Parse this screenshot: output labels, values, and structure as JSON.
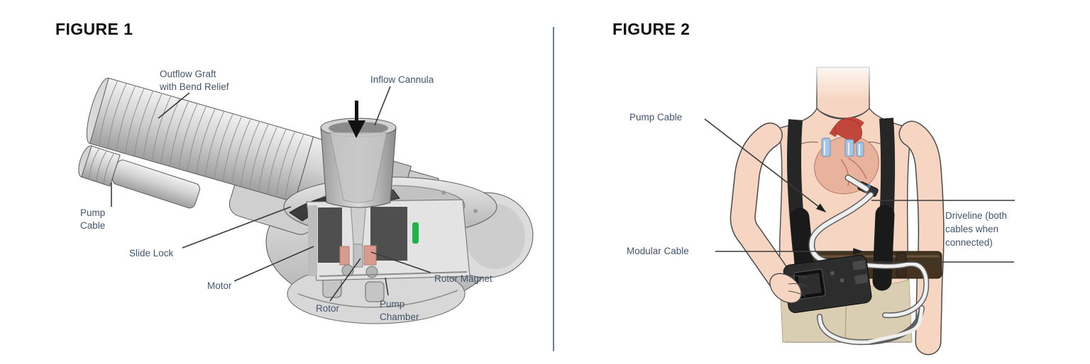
{
  "fig1": {
    "title": "FIGURE 1",
    "labels": {
      "outflow_1": "Outflow Graft",
      "outflow_2": "with Bend Relief",
      "inflow": "Inflow Cannula",
      "pump_cable_1": "Pump",
      "pump_cable_2": "Cable",
      "slide_lock": "Slide Lock",
      "motor": "Motor",
      "rotor": "Rotor",
      "pump_chamber_1": "Pump",
      "pump_chamber_2": "Chamber",
      "rotor_magnet": "Rotor Magnet"
    }
  },
  "fig2": {
    "title": "FIGURE 2",
    "labels": {
      "pump_cable": "Pump Cable",
      "modular_cable": "Modular Cable",
      "driveline_1": "Driveline (both",
      "driveline_2": "cables when",
      "driveline_3": "connected)"
    }
  },
  "colors": {
    "title": "#111111",
    "label": "#44546a",
    "divider": "#5b7fb0",
    "pointer": "#3a3a3a",
    "motor": "#4f4f4f",
    "magnet": "#d99a8f",
    "green": "#22b14c",
    "skin": "#f6d6c3",
    "harness": "#262626",
    "heart_red": "#c2473a",
    "heart_pink": "#e9b29d",
    "vessel_blue": "#a7c4e2",
    "controller": "#2d2d2d",
    "belt": "#44331f",
    "pants": "#d9cdb2",
    "cable": "#efefef"
  }
}
